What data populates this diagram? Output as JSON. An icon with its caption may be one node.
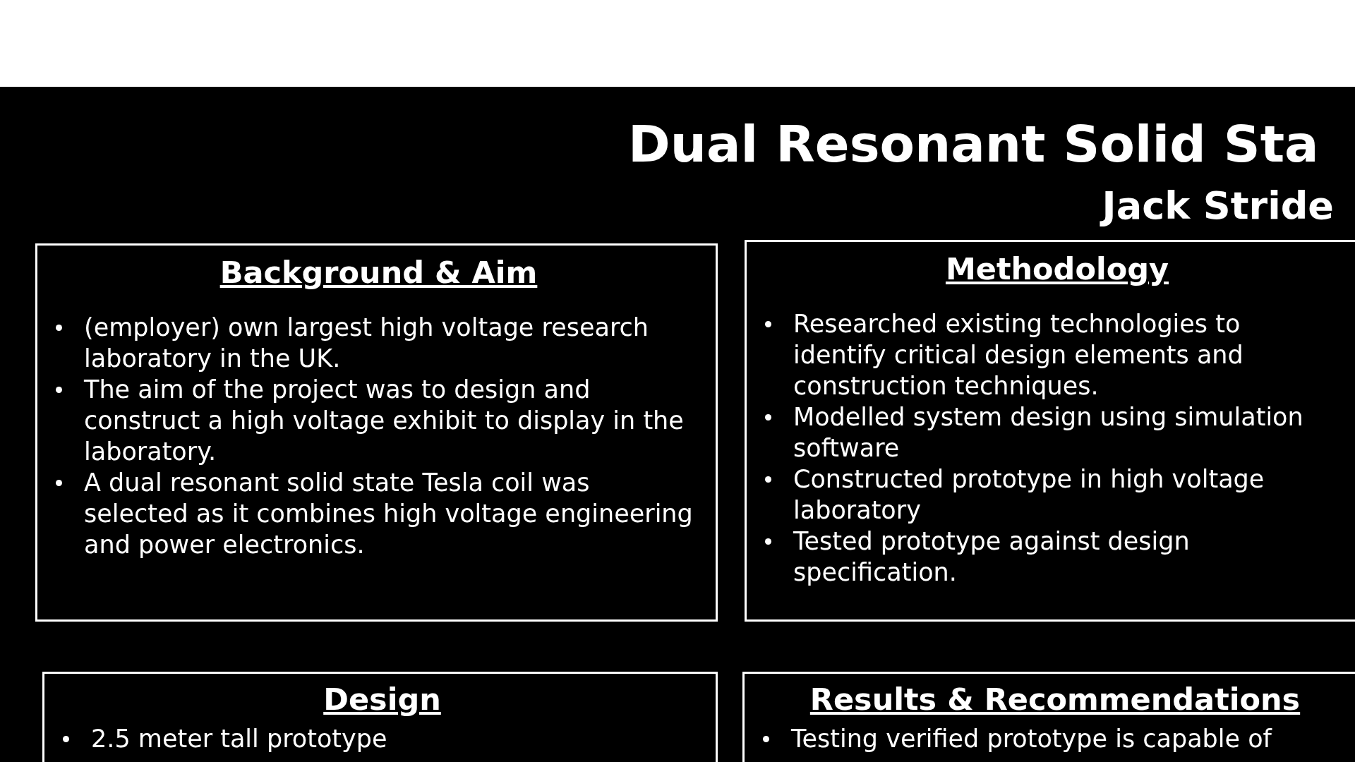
{
  "diagram": {
    "title": "Dual Resonant Solid Sta",
    "nodes": [
      {
        "text": [
          "Background & Aim",
          "(employer) own largest high voltage research laboratory in the UK.",
          "The aim of the project was to design and construct a high voltage exhibit to display in the laboratory.",
          "A dual resonant solid state Tesla coil was selected as it combines high voltage engineering and power electronics."
        ]
      },
      {
        "text": [
          "Methodology",
          "Researched existing technologies to identify critical design elements and construction techniques.",
          "Modelled system design using simulation software",
          "Constructed prototype in high voltage laboratory",
          "Tested prototype against design specification."
        ]
      },
      {
        "text": [
          "Design",
          "2.5 meter tall prototype"
        ]
      },
      {
        "text": [
          "Results & Recommendations",
          "Testing verified prototype is capable of"
        ]
      }
    ],
    "labels": [
      "Jack Stride"
    ]
  }
}
